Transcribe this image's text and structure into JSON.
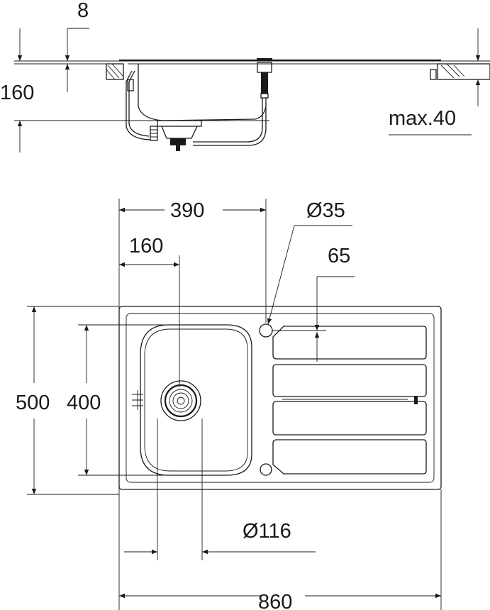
{
  "side_view": {
    "dim_rim_thickness": "8",
    "dim_depth": "160",
    "dim_max_worktop": "max.40"
  },
  "plan_view": {
    "dim_tap_offset": "390",
    "dim_tap_hole": "Ø35",
    "dim_drain_offset": "160",
    "dim_tap_to_edge": "65",
    "dim_overall_depth": "500",
    "dim_bowl_depth": "400",
    "dim_drain_diameter": "Ø116",
    "dim_overall_width": "860"
  }
}
